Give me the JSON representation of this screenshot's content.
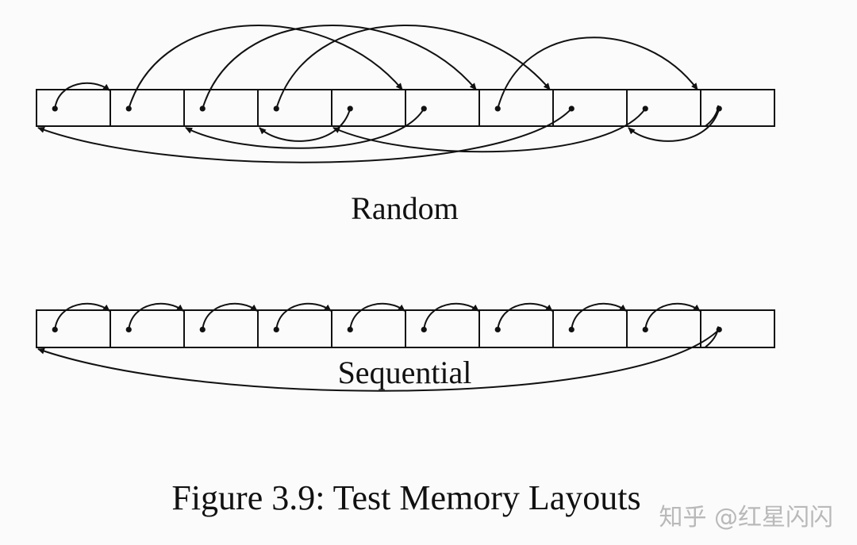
{
  "diagrams": [
    {
      "label": "Random",
      "cells": 10,
      "links": [
        {
          "from": 0,
          "to": 1
        },
        {
          "from": 1,
          "to": 5
        },
        {
          "from": 2,
          "to": 6
        },
        {
          "from": 3,
          "to": 7
        },
        {
          "from": 4,
          "to": 3
        },
        {
          "from": 5,
          "to": 2
        },
        {
          "from": 6,
          "to": 9
        },
        {
          "from": 7,
          "to": 0
        },
        {
          "from": 8,
          "to": 4
        },
        {
          "from": 9,
          "to": 8
        }
      ]
    },
    {
      "label": "Sequential",
      "cells": 10,
      "links": [
        {
          "from": 0,
          "to": 1
        },
        {
          "from": 1,
          "to": 2
        },
        {
          "from": 2,
          "to": 3
        },
        {
          "from": 3,
          "to": 4
        },
        {
          "from": 4,
          "to": 5
        },
        {
          "from": 5,
          "to": 6
        },
        {
          "from": 6,
          "to": 7
        },
        {
          "from": 7,
          "to": 8
        },
        {
          "from": 8,
          "to": 9
        },
        {
          "from": 9,
          "to": 0
        }
      ]
    }
  ],
  "caption": "Figure 3.9: Test Memory Layouts",
  "watermark": "知乎 @红星闪闪",
  "colors": {
    "ink": "#111111",
    "background": "#fbfbfb",
    "watermark": "#b9b9b9"
  }
}
